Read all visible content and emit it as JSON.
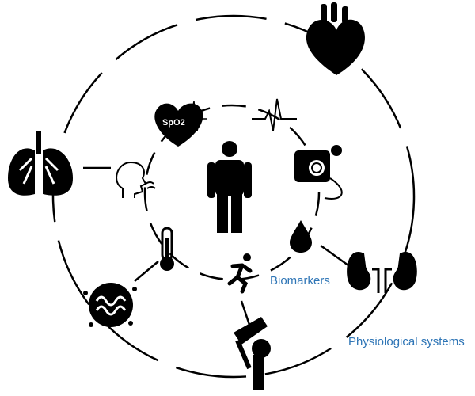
{
  "labels": {
    "biomarkers": "Biomarkers",
    "physiological_systems": "Physiological systems",
    "spo2": "SpO2"
  },
  "icons": {
    "systems": [
      "heart-icon",
      "lungs-icon",
      "kidneys-icon",
      "intestine-icon",
      "knee-joint-icon"
    ],
    "biomarkers": [
      "spo2-heart-icon",
      "ecg-icon",
      "breathing-face-icon",
      "blood-pressure-icon",
      "blood-drop-icon",
      "thermometer-icon",
      "runner-icon"
    ],
    "center": "person-icon"
  },
  "colors": {
    "label": "#2e75b6",
    "icon": "#000000"
  }
}
